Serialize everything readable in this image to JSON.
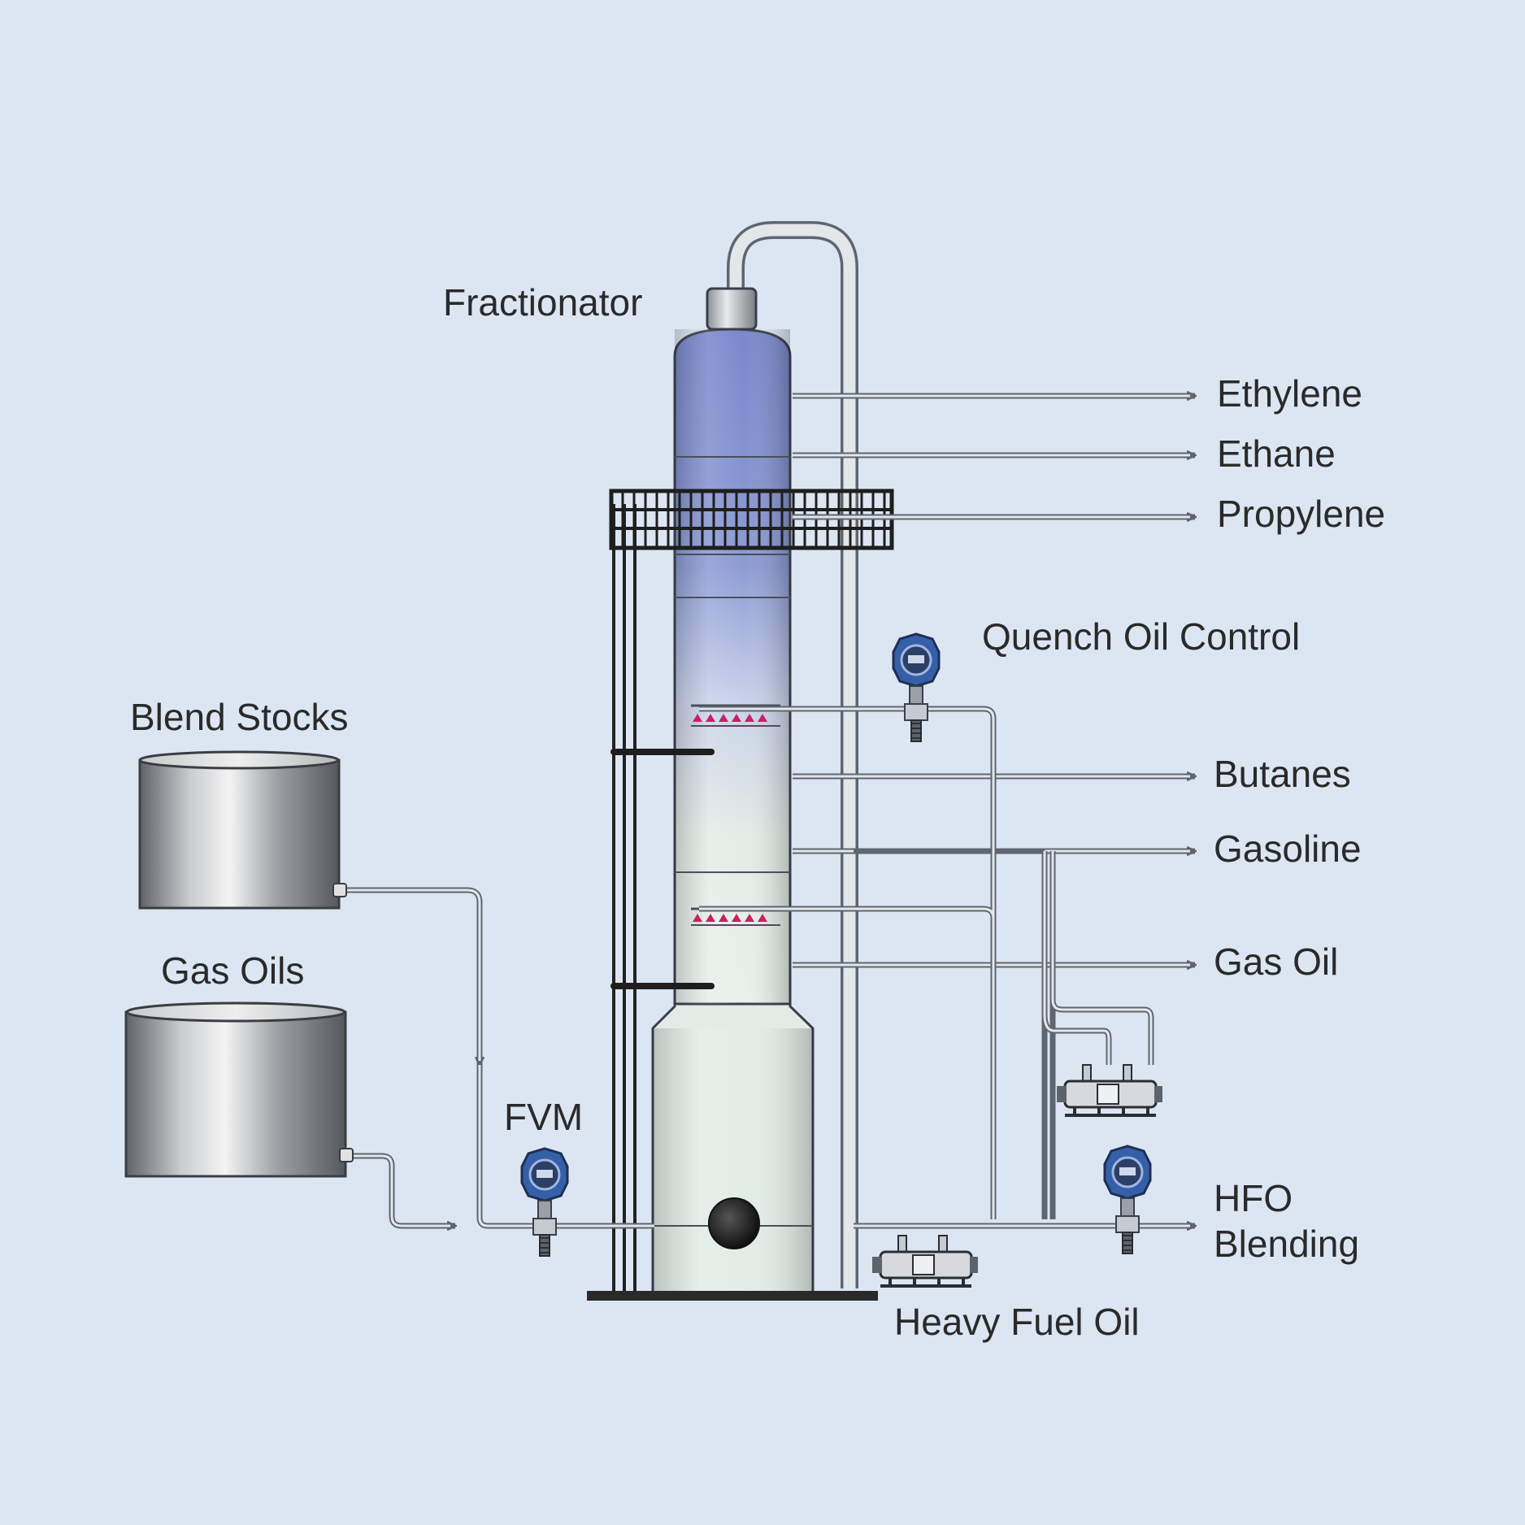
{
  "labels": {
    "fractionator": "Fractionator",
    "ethylene": "Ethylene",
    "ethane": "Ethane",
    "propylene": "Propylene",
    "quench_oil_control": "Quench Oil Control",
    "butanes": "Butanes",
    "gasoline": "Gasoline",
    "gas_oil": "Gas Oil",
    "hfo_line1": "HFO",
    "hfo_line2": "Blending",
    "heavy_fuel_oil": "Heavy Fuel Oil",
    "blend_stocks": "Blend Stocks",
    "gas_oils": "Gas Oils",
    "fvm": "FVM"
  },
  "colors": {
    "background": "#dce6f3",
    "column_top": "#7f8fd0",
    "column_bottom": "#e8f1ea",
    "pipe": "#c7ccd3",
    "pipe_edge": "#5d6670",
    "spray": "#cc2060",
    "transmitter": "#3560a8"
  },
  "icons": {
    "transmitter": "pressure-transmitter-icon",
    "flowmeter": "coriolis-flowmeter-icon",
    "tank": "storage-tank-icon"
  }
}
